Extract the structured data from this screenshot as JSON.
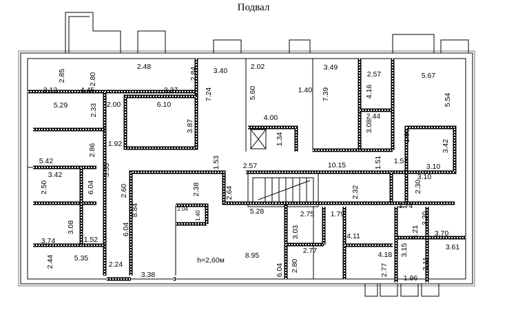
{
  "title": "Подвал",
  "labels": [
    "2.85",
    "2.80",
    "2.48",
    "2.84",
    "3.40",
    "3.12",
    "4.45",
    "3.37",
    "7.24",
    "5.29",
    "2.00",
    "6.10",
    "2.33",
    "3.87",
    "1.92",
    "2.86",
    "5.42",
    "5.55",
    "1.53",
    "3.42",
    "2.50",
    "6.04",
    "2.60",
    "2.38",
    "2.64",
    "8.84",
    "2.04",
    "1.40",
    "5.28",
    "6.04",
    "3.08",
    "3.74",
    "1.52",
    "5.35",
    "2.44",
    "2.24",
    "h=2,60м",
    "8.95",
    "3.38",
    "6.04",
    "2.80",
    "3.03",
    "2.75",
    "1.79",
    "2.77",
    "4.11",
    "4.18",
    "2.77",
    "1.74",
    "3.21",
    "3.20",
    "3.70",
    "3.15",
    "3.61",
    "3.11",
    "1.96",
    "2.02",
    "5.60",
    "1.40",
    "3.49",
    "7.39",
    "2.57",
    "4.16",
    "5.67",
    "5.54",
    "4.00",
    "2.44",
    "3.08",
    "1.34",
    "1.90",
    "3.42",
    "2.57",
    "10.15",
    "1.51",
    "1.57",
    "3.10",
    "3.10",
    "2.30",
    "2.32"
  ]
}
